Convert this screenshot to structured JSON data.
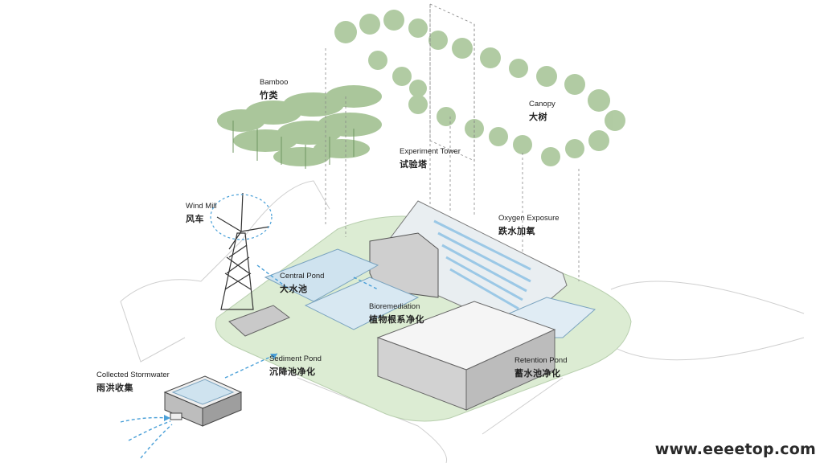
{
  "labels": {
    "bamboo": {
      "en": "Bamboo",
      "zh": "竹类"
    },
    "canopy": {
      "en": "Canopy",
      "zh": "大树"
    },
    "tower": {
      "en": "Experiment Tower",
      "zh": "试验塔"
    },
    "windmill": {
      "en": "Wind Mill",
      "zh": "风车"
    },
    "oxygen": {
      "en": "Oxygen Exposure",
      "zh": "跌水加氧"
    },
    "central": {
      "en": "Central Pond",
      "zh": "大水池"
    },
    "bio": {
      "en": "Bioremediation",
      "zh": "植物根系净化"
    },
    "sediment": {
      "en": "Sediment Pond",
      "zh": "沉降池净化"
    },
    "retention": {
      "en": "Retention Pond",
      "zh": "蓄水池净化"
    },
    "stormwater": {
      "en": "Collected Stormwater",
      "zh": "雨洪收集"
    }
  },
  "watermark": "www.eeeetop.com",
  "colors": {
    "ground": "#d9ebcf",
    "tree": "#9fbf8e",
    "water": "#bcdcef",
    "water_accent": "#3a9ad9",
    "building": "#e8e8e8",
    "flow_arrow": "#4aa0d8"
  }
}
